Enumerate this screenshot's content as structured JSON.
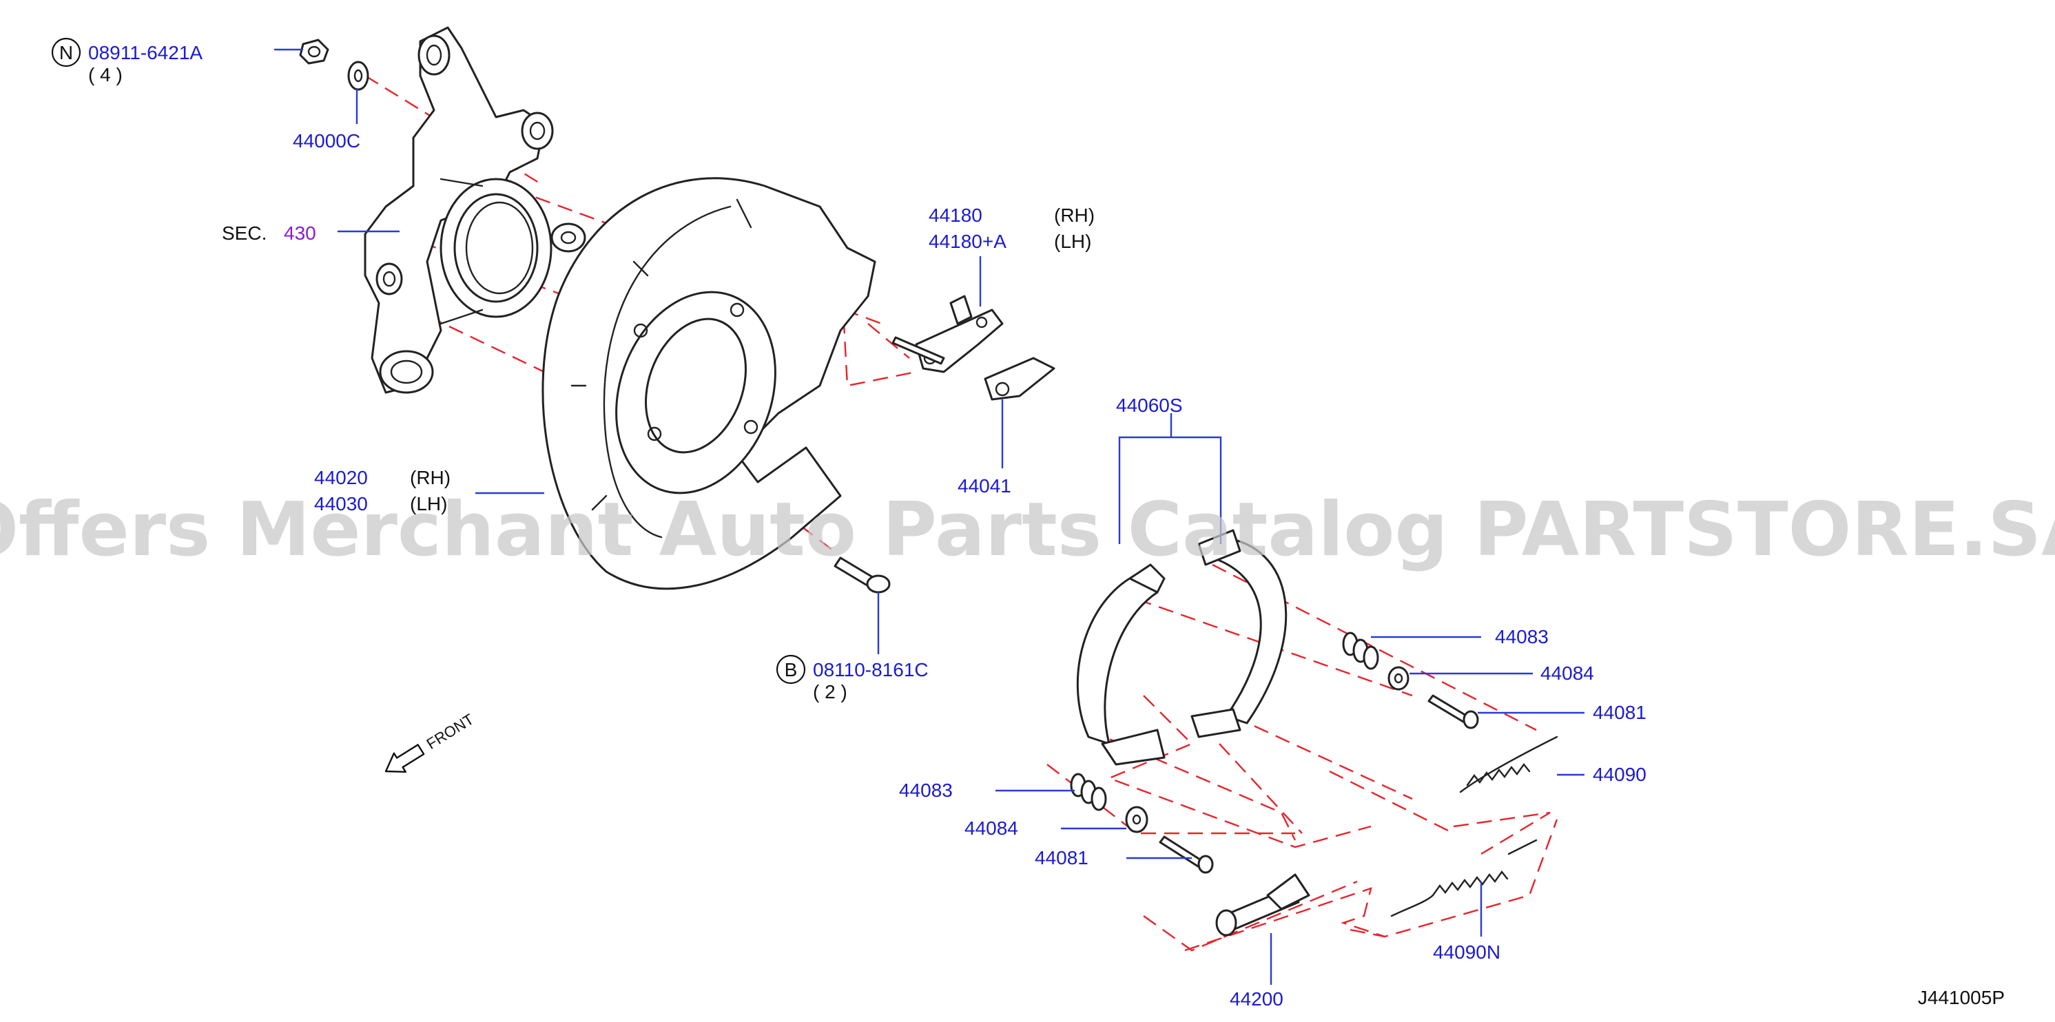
{
  "watermark": "Offers Merchant Auto Parts Catalog PARTSTORE.SA",
  "diagram_code": "J441005P",
  "front_label": "FRONT",
  "section_ref": {
    "prefix": "SEC.",
    "number": "430"
  },
  "callouts": {
    "nut": {
      "symbol": "N",
      "part": "08911-6421A",
      "qty": "( 4 )"
    },
    "bolt": {
      "symbol": "B",
      "part": "08110-8161C",
      "qty": "( 2 )"
    },
    "washer_44000c": "44000C",
    "plate_rh": "44020",
    "plate_rh_side": "(RH)",
    "plate_lh": "44030",
    "plate_lh_side": "(LH)",
    "lever_rh": "44180",
    "lever_rh_side": "(RH)",
    "lever_lh": "44180+A",
    "lever_lh_side": "(LH)",
    "strut": "44041",
    "shoe_set": "44060S",
    "spring_upper": "44083",
    "retainer_upper": "44084",
    "pin_upper": "44081",
    "spring_lower": "44083",
    "retainer_lower": "44084",
    "pin_lower": "44081",
    "return_spring": "44090",
    "return_spring_n": "44090N",
    "adjuster": "44200"
  },
  "colors": {
    "part_number": "#1a1ad6",
    "section_number": "#8b1ad6",
    "leader": "#2a3bd6",
    "dashed_guide": "#e8232a",
    "outline": "#222222"
  }
}
